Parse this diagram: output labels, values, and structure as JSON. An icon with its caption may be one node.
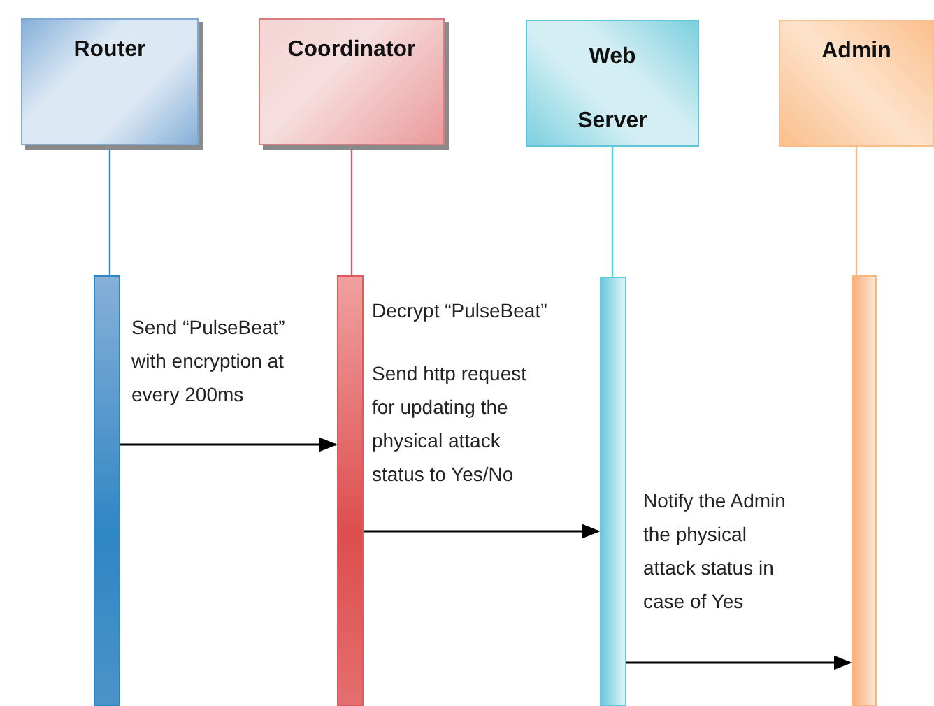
{
  "diagram": {
    "nodes": [
      {
        "text": [
          "Router"
        ]
      },
      {
        "text": [
          "Coordinator"
        ]
      },
      {
        "text": [
          "Web Server"
        ]
      },
      {
        "text": [
          "Admin"
        ]
      },
      {
        "text": [],
        "shape": "bar"
      },
      {
        "text": [],
        "shape": "bar"
      },
      {
        "text": [],
        "shape": "bar"
      },
      {
        "text": [],
        "shape": "bar"
      }
    ],
    "edges": [
      {
        "from": 0,
        "to": 4,
        "arrow": "none",
        "color": "#2e86c1"
      },
      {
        "from": 1,
        "to": 5,
        "arrow": "none",
        "color": "#e05a5a"
      },
      {
        "from": 2,
        "to": 6,
        "arrow": "none",
        "color": "#5bc8dc"
      },
      {
        "from": 3,
        "to": 7,
        "arrow": "none",
        "color": "#f7b580"
      },
      {
        "from": 4,
        "to": 5,
        "arrow": "to",
        "label": "Send “PulseBeat” with encryption at every 200ms"
      },
      {
        "from": 5,
        "to": 6,
        "arrow": "to",
        "label": "Send http request for updating the physical attack status to Yes/No"
      },
      {
        "from": 6,
        "to": 7,
        "arrow": "to",
        "label": "Notify the Admin the physical attack status in case of Yes"
      }
    ],
    "labels": [
      "Decrypt “PulseBeat”"
    ]
  }
}
